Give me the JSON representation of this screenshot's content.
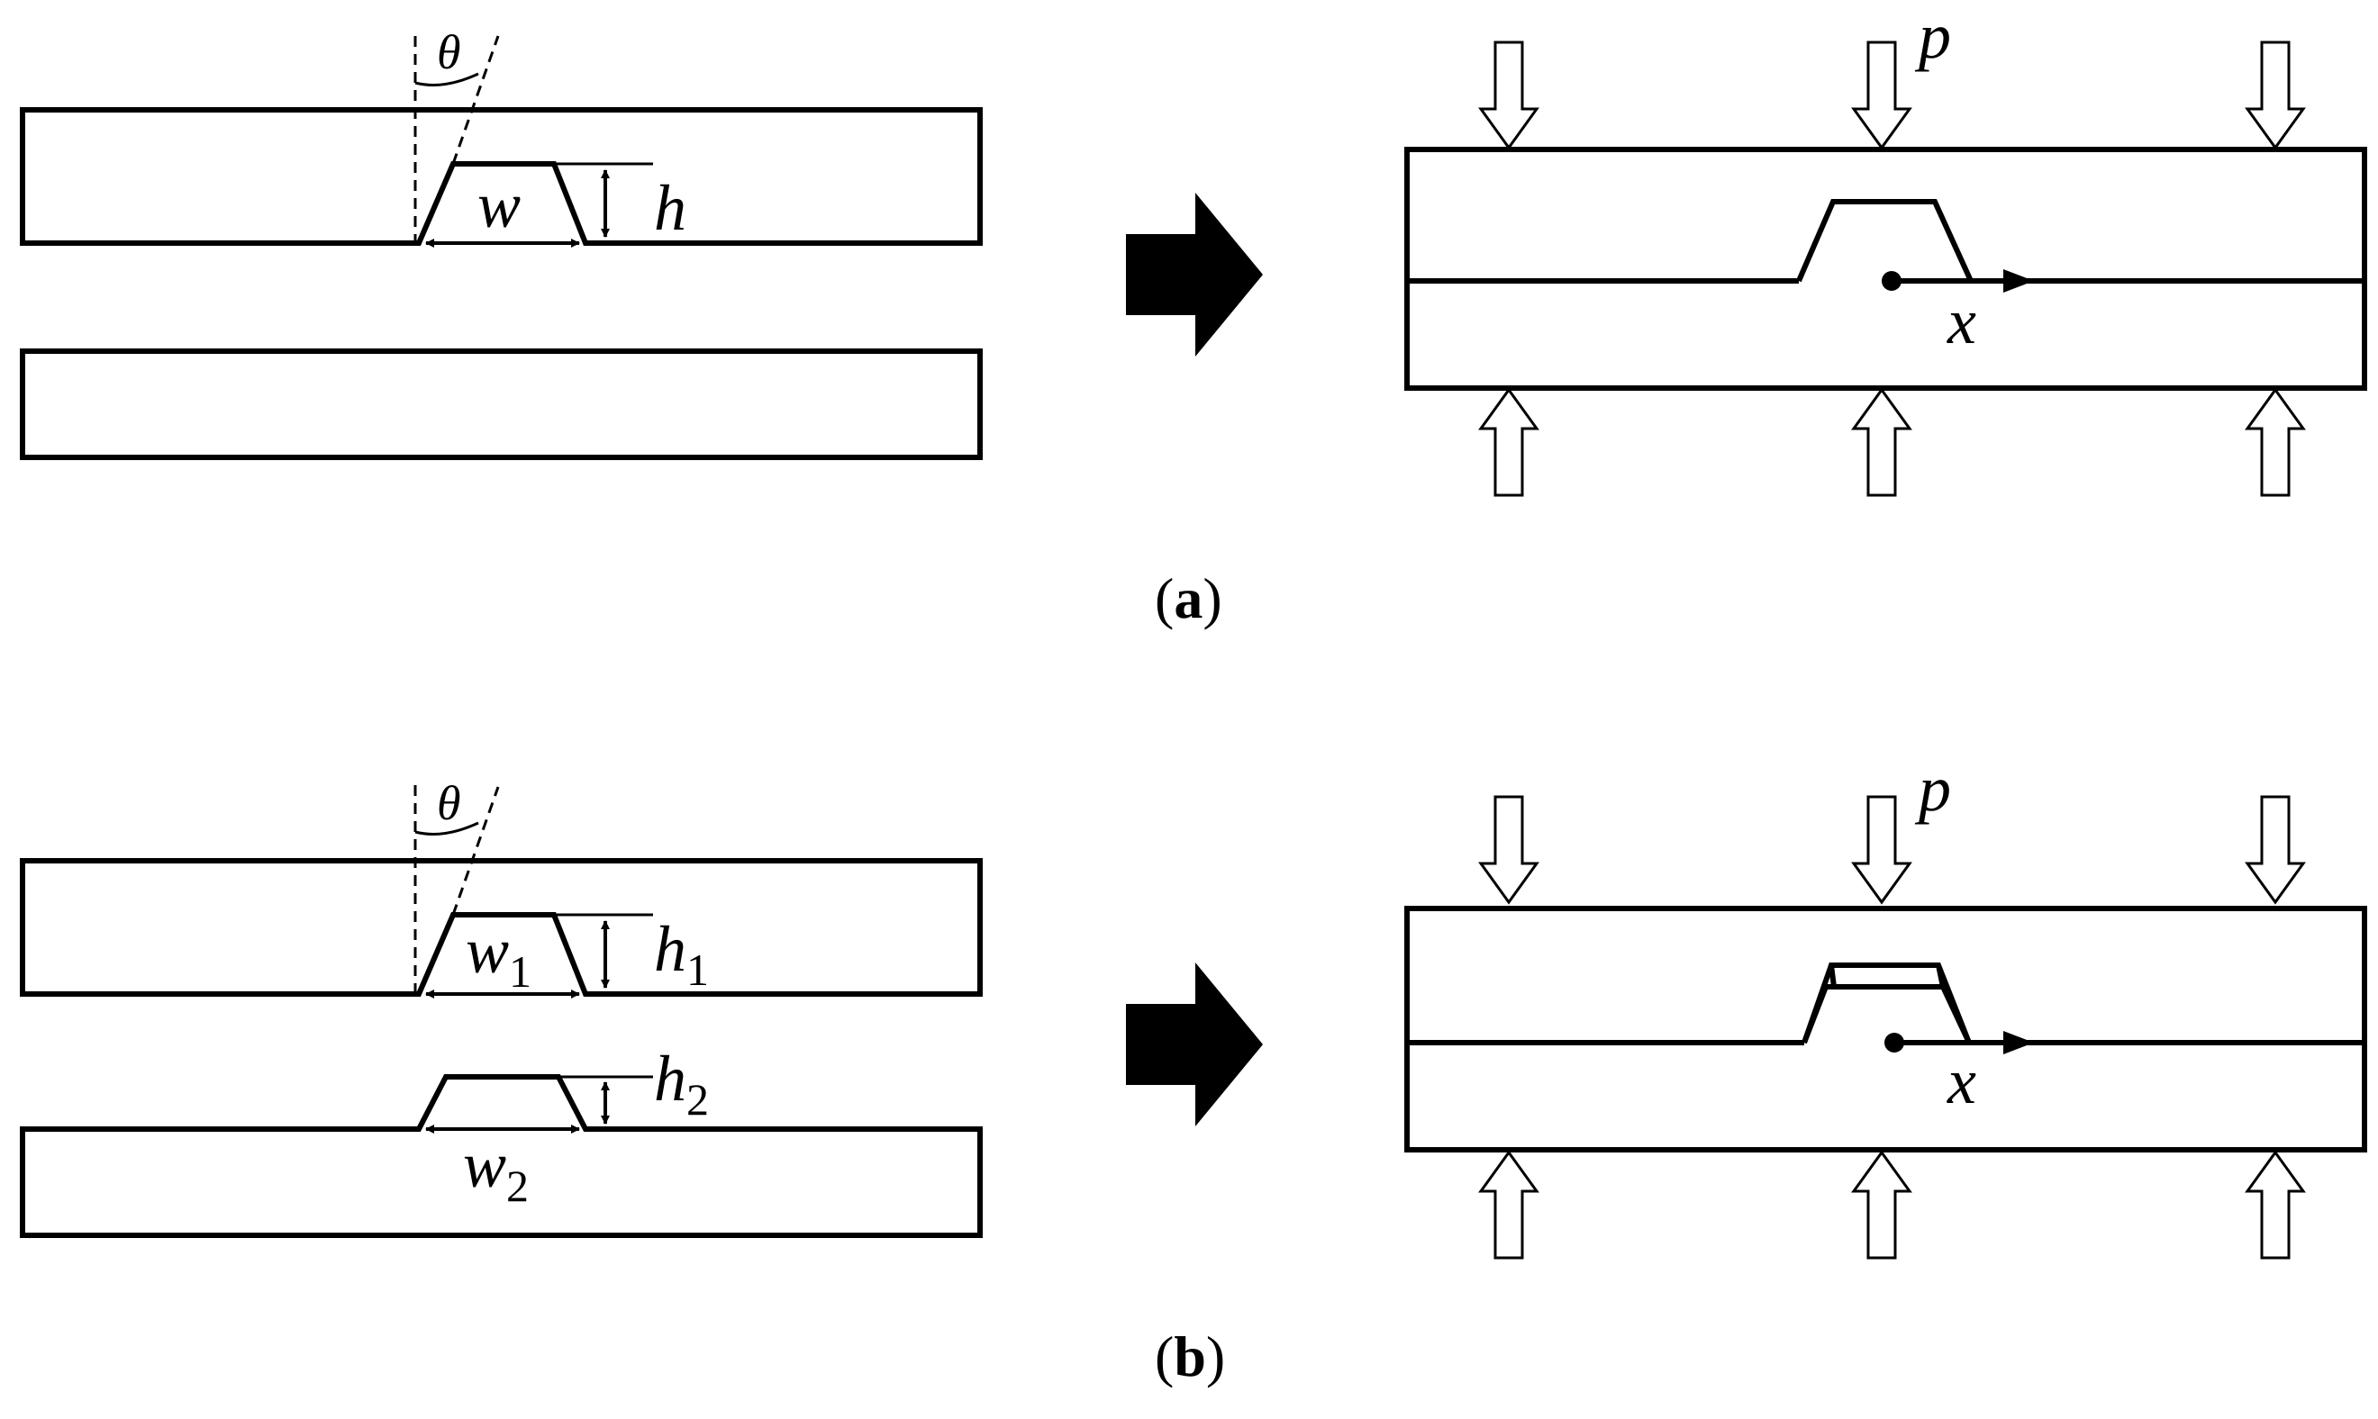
{
  "panel_a": {
    "caption_open": "(",
    "caption_letter": "a",
    "caption_close": ")",
    "theta_label": "θ",
    "width_label": "w",
    "height_label": "h",
    "pressure_label": "p",
    "axis_label": "x"
  },
  "panel_b": {
    "caption_open": "(",
    "caption_letter": "b",
    "caption_close": ")",
    "theta_label": "θ",
    "w1_main": "w",
    "w1_sub": "1",
    "h1_main": "h",
    "h1_sub": "1",
    "w2_main": "w",
    "w2_sub": "2",
    "h2_main": "h",
    "h2_sub": "2",
    "pressure_label": "p",
    "axis_label": "x"
  },
  "colors": {
    "stroke": "#000000",
    "background": "#ffffff"
  }
}
